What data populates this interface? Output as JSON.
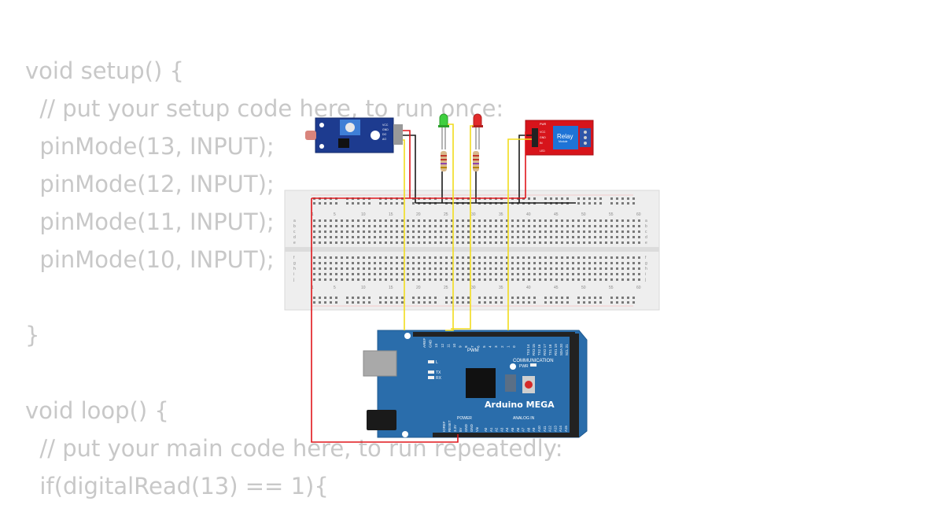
{
  "editor": {
    "code_lines": [
      "void setup() {",
      "  // put your setup code here, to run once:",
      "  pinMode(13, INPUT);",
      "  pinMode(12, INPUT);",
      "  pinMode(11, INPUT);",
      "  pinMode(10, INPUT);",
      "",
      "}",
      "",
      "void loop() {",
      "  // put your main code here, to run repeatedly:",
      "  if(digitalRead(13) == 1){"
    ]
  },
  "diagram": {
    "board": {
      "name": "Arduino MEGA",
      "color": "#2a6dab",
      "pwm_label": "PWM",
      "communication_label": "COMMUNICATION",
      "power_label": "POWER",
      "analog_label": "ANALOG IN",
      "pwr_label": "PWR",
      "l_label": "L",
      "tx_label": "TX",
      "rx_label": "RX",
      "top_pin_labels": [
        "AREF",
        "GND",
        "13",
        "12",
        "11",
        "10",
        "9",
        "8",
        "7",
        "6",
        "5",
        "4",
        "3",
        "2",
        "1",
        "0"
      ],
      "comm_pin_labels": [
        "TX3 14",
        "RX3 15",
        "TX2 16",
        "RX2 17",
        "TX1 18",
        "RX1 19",
        "SDA 20",
        "SCL 21"
      ],
      "power_pin_labels": [
        "IOREF",
        "RESET",
        "3.3V",
        "5V",
        "GND",
        "GND",
        "Vin"
      ],
      "analog_pin_labels": [
        "A0",
        "A1",
        "A2",
        "A3",
        "A4",
        "A5",
        "A6",
        "A7",
        "A8",
        "A9",
        "A10",
        "A11",
        "A12",
        "A13",
        "A14",
        "A15"
      ]
    },
    "relay": {
      "label": "Relay",
      "sublabel": "Module",
      "color": "#d7141b",
      "pin_labels": [
        "VCC",
        "GND",
        "IN"
      ],
      "top_pin_label": "PWR",
      "bottom_pin_label": "LED"
    },
    "sensor": {
      "color": "#1d3b8f",
      "pin_labels": [
        "VCC",
        "GND",
        "DO",
        "AO"
      ]
    },
    "breadboard": {
      "column_labels": [
        "1",
        "5",
        "10",
        "15",
        "20",
        "25",
        "30",
        "35",
        "40",
        "45",
        "50",
        "55",
        "60"
      ],
      "row_labels_top": [
        "a",
        "b",
        "c",
        "d",
        "e"
      ],
      "row_labels_bottom": [
        "f",
        "g",
        "h",
        "i",
        "j"
      ]
    },
    "leds": [
      {
        "name": "green-led",
        "color": "#3fcf3f"
      },
      {
        "name": "red-led",
        "color": "#e22b2b"
      }
    ],
    "wire_colors": {
      "power": "#e0161b",
      "ground": "#1a1a1a",
      "signal": "#f2dc1e"
    }
  }
}
